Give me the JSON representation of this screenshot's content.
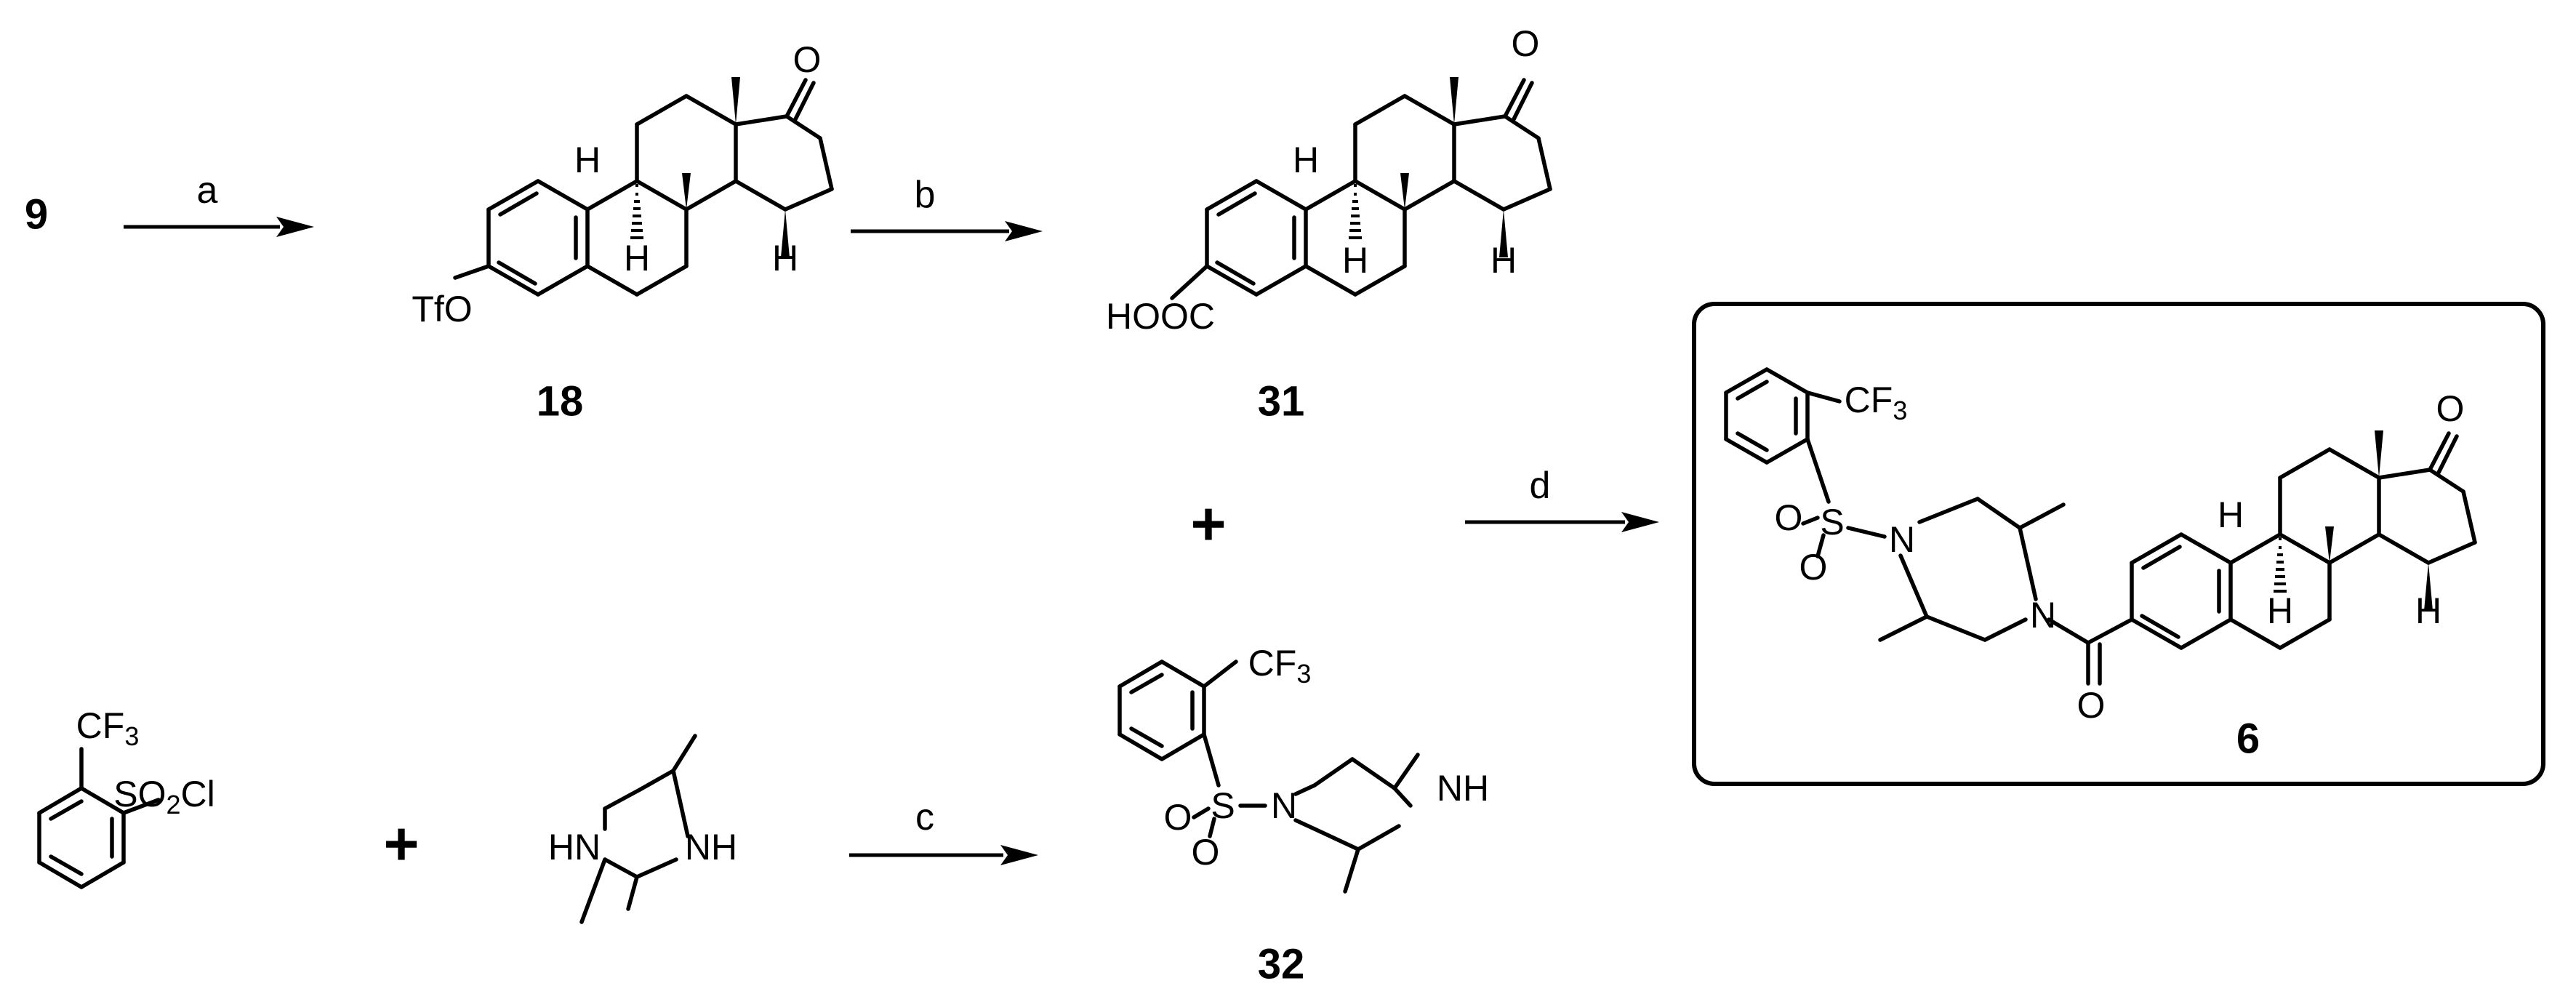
{
  "compounds": {
    "start": "9",
    "triflate": "18",
    "acid": "31",
    "sulfonamide": "32",
    "product": "6"
  },
  "reaction_labels": {
    "a": "a",
    "b": "b",
    "c": "c",
    "d": "d"
  },
  "plus_sign": "+",
  "atoms": {
    "oxygen": "O",
    "hydrogen": "H",
    "nitrogen": "N",
    "nh": "NH",
    "hn": "HN",
    "sulfur": "S",
    "otf": "TfO",
    "cooh": "HOOC",
    "cf3_main": "CF",
    "sub_3": "3",
    "so2cl_a": "SO",
    "sub_2": "2",
    "so2cl_b": "Cl"
  }
}
